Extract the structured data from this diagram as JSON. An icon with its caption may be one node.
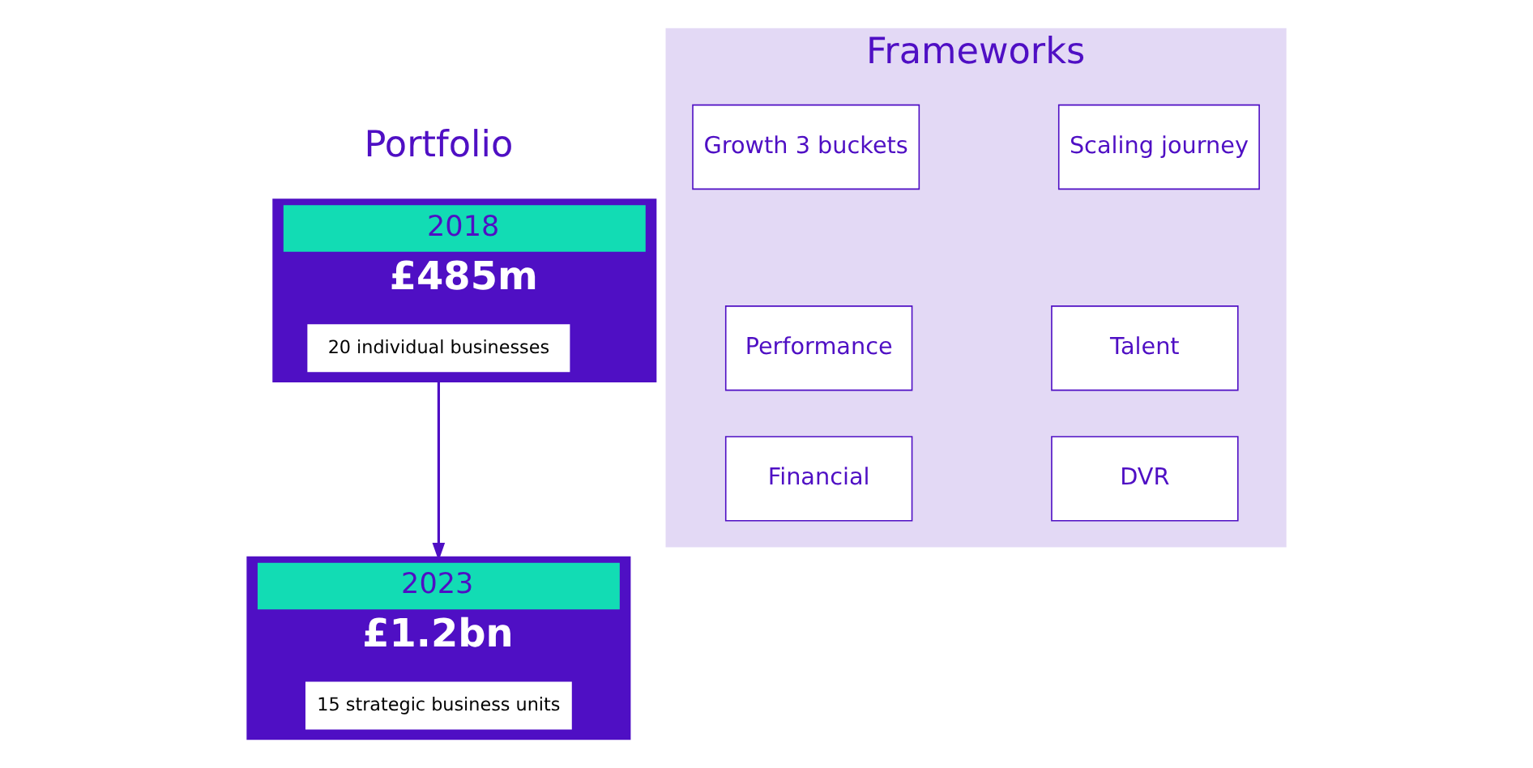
{
  "diagram": {
    "nodes": [
      {
        "text": [
          "2018",
          "£485m"
        ]
      },
      {
        "text": [
          "20 individual businesses"
        ],
        "in": 0
      },
      {
        "text": [
          "2023",
          "£1.2bn"
        ]
      },
      {
        "text": [
          "15 strategic business units"
        ],
        "in": 2
      },
      {
        "text": [
          "Frameworks"
        ]
      },
      {
        "text": [
          "Growth 3 buckets"
        ],
        "in": 4
      },
      {
        "text": [
          "Scaling journey"
        ],
        "in": 4
      },
      {
        "text": [
          "Performance"
        ],
        "in": 4
      },
      {
        "text": [
          "Talent"
        ],
        "in": 4
      },
      {
        "text": [
          "Financial"
        ],
        "in": 4
      },
      {
        "text": [
          "DVR"
        ],
        "in": 4
      }
    ],
    "edges": [
      {
        "from": 0,
        "to": 2,
        "arrow": "to"
      }
    ],
    "labels": [
      "Portfolio"
    ]
  }
}
